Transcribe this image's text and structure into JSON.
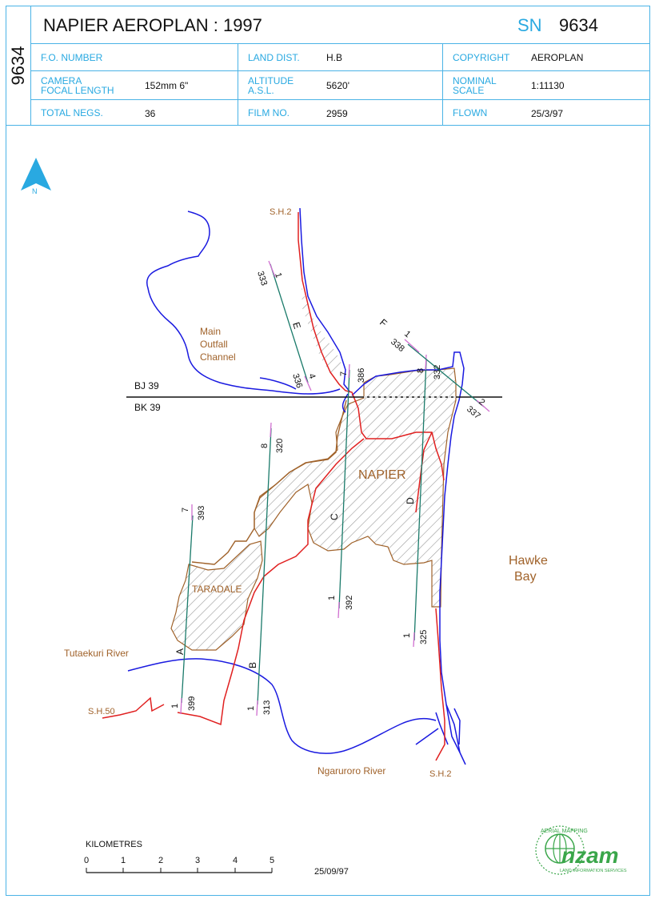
{
  "sheet": {
    "side_number": "9634",
    "title": "NAPIER AEROPLAN : 1997",
    "sn_label": "SN",
    "sn_value": "9634"
  },
  "info": {
    "fo_number_label": "F.O. NUMBER",
    "fo_number_value": "",
    "land_dist_label": "LAND DIST.",
    "land_dist_value": "H.B",
    "copyright_label": "COPYRIGHT",
    "copyright_value": "AEROPLAN",
    "camera_label": "CAMERA\nFOCAL LENGTH",
    "camera_value": "152mm  6\"",
    "altitude_label": "ALTITUDE\nA.S.L.",
    "altitude_value": "5620'",
    "scale_label": "NOMINAL\nSCALE",
    "scale_value": "1:11130",
    "total_negs_label": "TOTAL NEGS.",
    "total_negs_value": "36",
    "film_no_label": "FILM NO.",
    "film_no_value": "2959",
    "flown_label": "FLOWN",
    "flown_value": "25/3/97"
  },
  "map": {
    "north_label": "N",
    "places": {
      "napier": "NAPIER",
      "taradale": "TARADALE",
      "hawke_1": "Hawke",
      "hawke_2": "Bay",
      "outfall_1": "Main",
      "outfall_2": "Outfall",
      "outfall_3": "Channel",
      "tutaekuri": "Tutaekuri River",
      "ngaruroro": "Ngaruroro River",
      "sh2_top": "S.H.2",
      "sh2_bottom": "S.H.2",
      "sh50": "S.H.50"
    },
    "grid": {
      "bj": "BJ 39",
      "bk": "BK 39"
    },
    "runs": {
      "A": {
        "letter": "A",
        "start": "1",
        "start_neg": "399",
        "end": "7",
        "end_neg": "393"
      },
      "B": {
        "letter": "B",
        "start": "1",
        "start_neg": "313",
        "end": "8",
        "end_neg": "320"
      },
      "C": {
        "letter": "C",
        "start": "1",
        "start_neg": "392",
        "end": "7",
        "end_neg": "386"
      },
      "D": {
        "letter": "D",
        "start": "1",
        "start_neg": "325",
        "end": "8",
        "end_neg": "332"
      },
      "E": {
        "letter": "E",
        "start": "1",
        "start_neg": "333",
        "end": "4",
        "end_neg": "336"
      },
      "F": {
        "letter": "F",
        "start": "1",
        "start_neg": "338",
        "end": "2",
        "end_neg": "337"
      }
    },
    "colors": {
      "river": "#1a1ae0",
      "road": "#e02020",
      "boundary": "#a0622a",
      "run": "#1a7a6a",
      "run_tick": "#d070d0",
      "accent": "#29a9e1",
      "logo": "#3aa64a"
    }
  },
  "scale_bar": {
    "label": "KILOMETRES",
    "ticks": [
      "0",
      "1",
      "2",
      "3",
      "4",
      "5"
    ]
  },
  "date": "25/09/97",
  "logo": {
    "text": "nzam",
    "subtitle": "LAND INFORMATION SERVICES",
    "ring_text": "AERIAL MAPPING"
  }
}
